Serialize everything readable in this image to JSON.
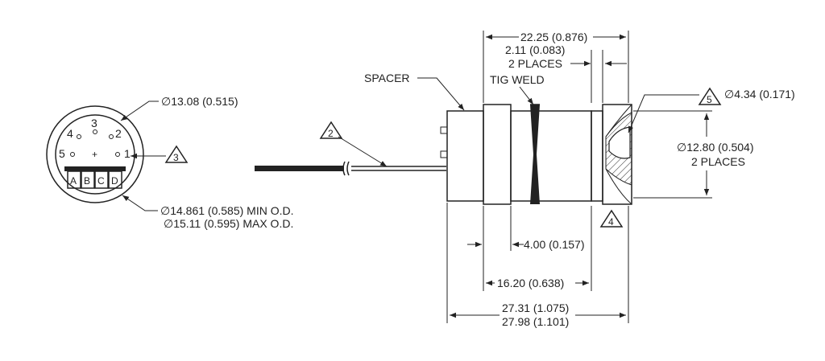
{
  "end_view": {
    "diameter_inner": "∅13.08 (0.515)",
    "diameter_min_od": "∅14.861 (0.585) MIN O.D.",
    "diameter_max_od": "∅15.11 (0.595) MAX O.D.",
    "pins": [
      "1",
      "2",
      "3",
      "4",
      "5"
    ],
    "terminal_labels": [
      "A",
      "B",
      "C",
      "D"
    ],
    "center_mark": "+",
    "note_ref": "3"
  },
  "cable": {
    "note_ref": "2"
  },
  "side_view": {
    "spacer_label": "SPACER",
    "tig_weld_label": "TIG WELD",
    "dim_overall_top": "22.25 (0.876)",
    "dim_gap": "2.11 (0.083)",
    "dim_gap_places": "2 PLACES",
    "dim_bore": "∅4.34 (0.171)",
    "dim_bore_note": "5",
    "dim_diameter": "∅12.80 (0.504)",
    "dim_diameter_places": "2 PLACES",
    "note_ref_bottom": "4",
    "dim_step": "4.00 (0.157)",
    "dim_body": "16.20 (0.638)",
    "dim_total_min": "27.31 (1.075)",
    "dim_total_max": "27.98 (1.101)"
  }
}
